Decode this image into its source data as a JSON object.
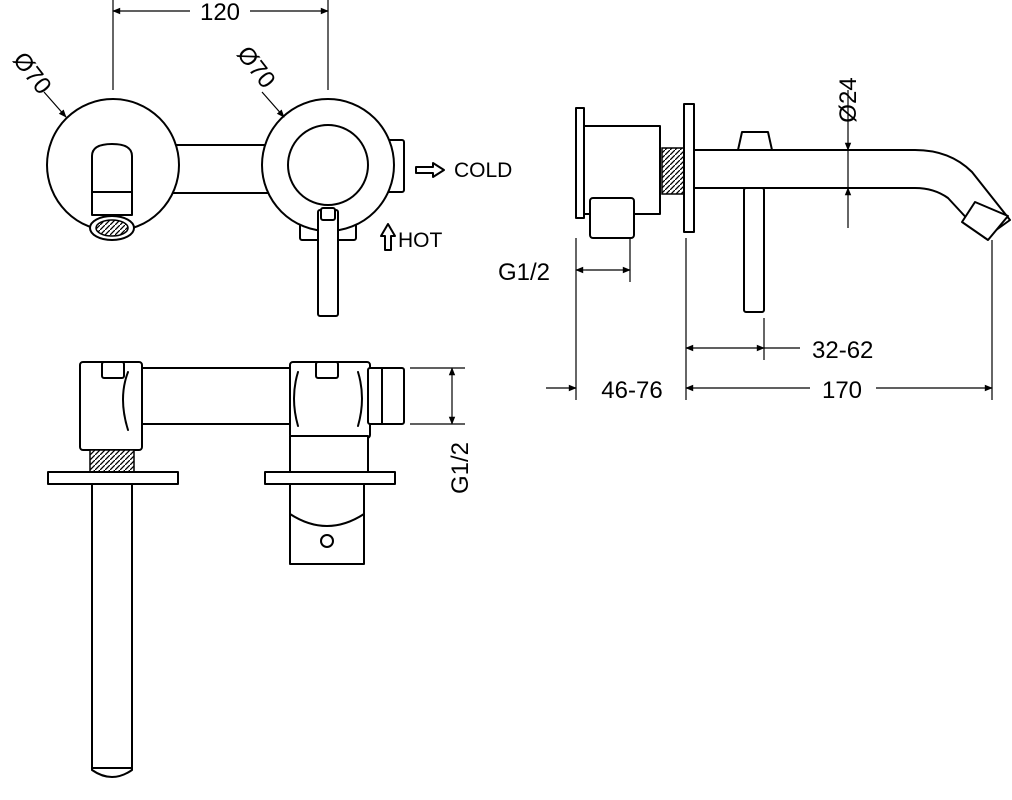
{
  "dimensions": {
    "spacing_120": "120",
    "outlet_diameter_left": "Ø70",
    "outlet_diameter_right": "Ø70",
    "cold_label": "COLD",
    "hot_label": "HOT",
    "spout_diameter": "Ø24",
    "thread_side": "G1/2",
    "thread_top": "G1/2",
    "range_32_62": "32-62",
    "range_46_76": "46-76",
    "length_170": "170"
  },
  "colors": {
    "line": "#000000",
    "background": "#ffffff"
  }
}
